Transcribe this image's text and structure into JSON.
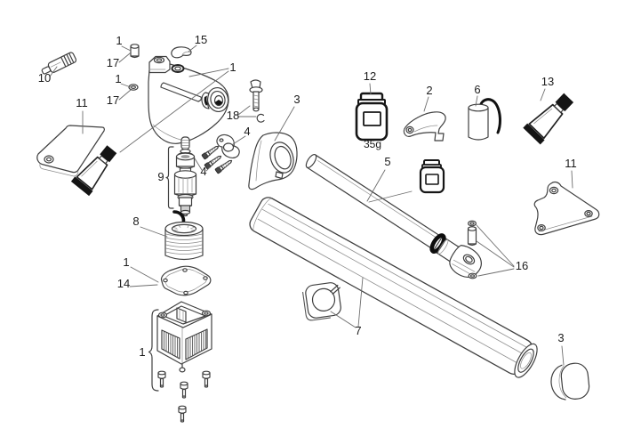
{
  "diagram": {
    "kind": "exploded-parts-diagram",
    "background": "#ffffff",
    "line_color": "#3f3f3f",
    "black_fill": "#141414",
    "leader_color": "#6e6e6e",
    "label_color": "#1c1c1c"
  },
  "labels": [
    {
      "id": "callout-10",
      "text": "10"
    },
    {
      "id": "callout-1-pin",
      "text": "1"
    },
    {
      "id": "callout-17-pin",
      "text": "17"
    },
    {
      "id": "callout-1-oring",
      "text": "1"
    },
    {
      "id": "callout-17-oring",
      "text": "17"
    },
    {
      "id": "callout-15",
      "text": "15"
    },
    {
      "id": "callout-1-housing",
      "text": "1"
    },
    {
      "id": "callout-18",
      "text": "18"
    },
    {
      "id": "callout-3-guard",
      "text": "3"
    },
    {
      "id": "callout-4-clamp",
      "text": "4"
    },
    {
      "id": "callout-4-screws",
      "text": "4"
    },
    {
      "id": "callout-9",
      "text": "9"
    },
    {
      "id": "callout-8",
      "text": "8"
    },
    {
      "id": "callout-1-gasket",
      "text": "1"
    },
    {
      "id": "callout-14",
      "text": "14"
    },
    {
      "id": "callout-1-block",
      "text": "1"
    },
    {
      "id": "callout-11-left",
      "text": "11"
    },
    {
      "id": "callout-12",
      "text": "12"
    },
    {
      "id": "jar-weight",
      "text": "35g"
    },
    {
      "id": "callout-2",
      "text": "2"
    },
    {
      "id": "callout-6",
      "text": "6"
    },
    {
      "id": "callout-13",
      "text": "13"
    },
    {
      "id": "callout-11-right",
      "text": "11"
    },
    {
      "id": "callout-5",
      "text": "5"
    },
    {
      "id": "callout-16",
      "text": "16"
    },
    {
      "id": "callout-7",
      "text": "7"
    },
    {
      "id": "callout-3-cap",
      "text": "3"
    }
  ]
}
